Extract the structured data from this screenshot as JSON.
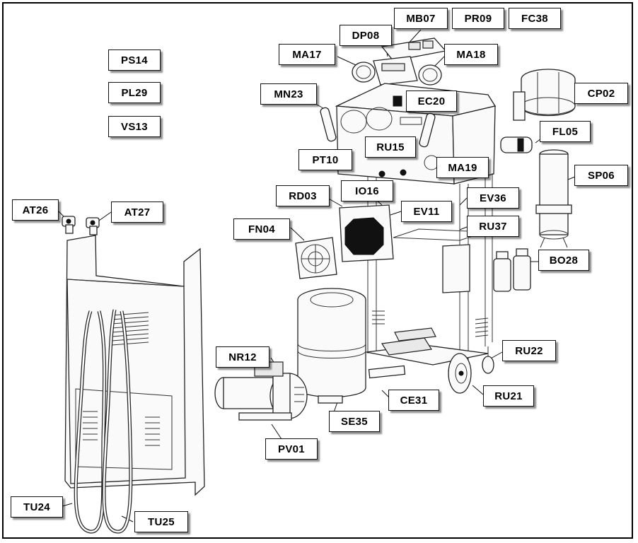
{
  "labels": {
    "PS14": "PS14",
    "PL29": "PL29",
    "VS13": "VS13",
    "AT26": "AT26",
    "AT27": "AT27",
    "MB07": "MB07",
    "PR09": "PR09",
    "FC38": "FC38",
    "DP08": "DP08",
    "MA17": "MA17",
    "MA18": "MA18",
    "MN23": "MN23",
    "EC20": "EC20",
    "CP02": "CP02",
    "FL05": "FL05",
    "RU15": "RU15",
    "PT10": "PT10",
    "MA19": "MA19",
    "SP06": "SP06",
    "RD03": "RD03",
    "IO16": "IO16",
    "EV36": "EV36",
    "EV11": "EV11",
    "FN04": "FN04",
    "RU37": "RU37",
    "BO28": "BO28",
    "RU22": "RU22",
    "NR12": "NR12",
    "RU21": "RU21",
    "CE31": "CE31",
    "SE35": "SE35",
    "PV01": "PV01",
    "TU24": "TU24",
    "TU25": "TU25"
  }
}
